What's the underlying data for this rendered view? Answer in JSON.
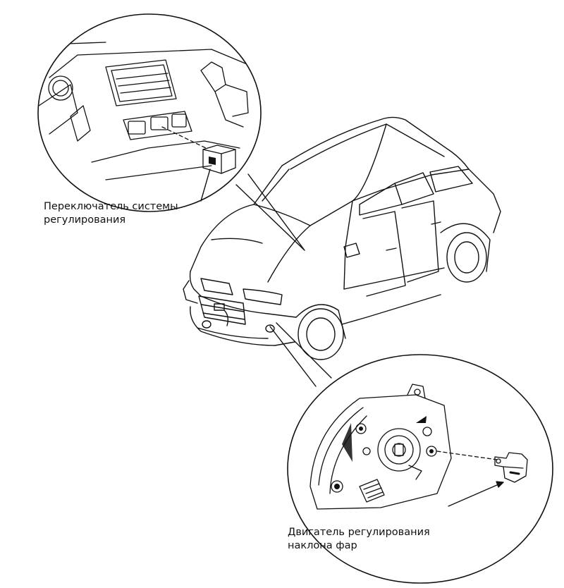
{
  "labels": {
    "switch_line1": "Переключатель системы",
    "switch_line2": "регулирования",
    "motor_line1": "Двигатель регулирования",
    "motor_line2": "наклона фар"
  },
  "colors": {
    "ink": "#111111",
    "paper": "#ffffff"
  }
}
